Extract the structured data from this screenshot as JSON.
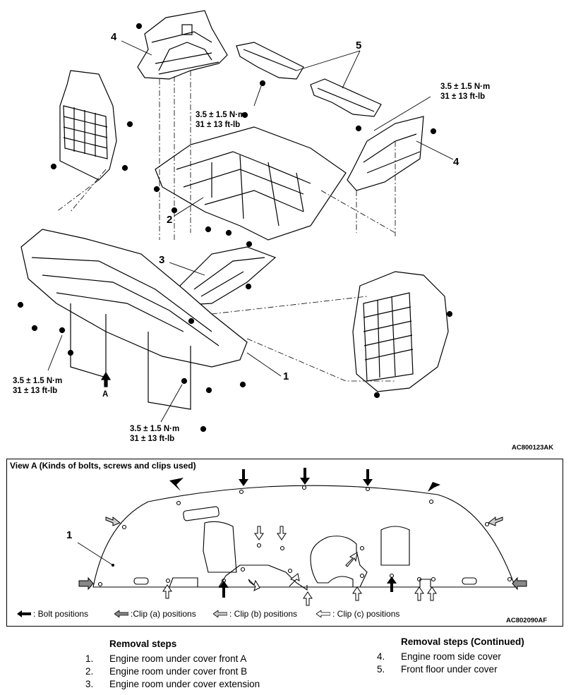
{
  "callouts": {
    "c1": "1",
    "c2": "2",
    "c3": "3",
    "c4a": "4",
    "c4b": "4",
    "c5": "5"
  },
  "torque": {
    "nm": "3.5 ± 1.5 N·m",
    "ftlb": "31 ± 13 ft-lb"
  },
  "view_arrow_label": "A",
  "figure_codes": {
    "top": "AC800123AK",
    "bottom": "AC802090AF"
  },
  "view_a": {
    "title": "View A (Kinds of bolts, screws and clips used)",
    "callout": "1",
    "legend": {
      "bolt": ": Bolt positions",
      "clip_a": ":Clip (a) positions",
      "clip_b": ": Clip (b) positions",
      "clip_c": ": Clip (c) positions"
    }
  },
  "removal_steps": {
    "title": "Removal steps",
    "items": [
      {
        "n": "1.",
        "text": "Engine room under cover front A"
      },
      {
        "n": "2.",
        "text": "Engine room under cover front B"
      },
      {
        "n": "3.",
        "text": "Engine room under cover extension"
      }
    ]
  },
  "removal_steps_continued": {
    "title": "Removal steps (Continued)",
    "items": [
      {
        "n": "4.",
        "text": "Engine room side cover"
      },
      {
        "n": "5.",
        "text": "Front floor under cover"
      }
    ]
  }
}
